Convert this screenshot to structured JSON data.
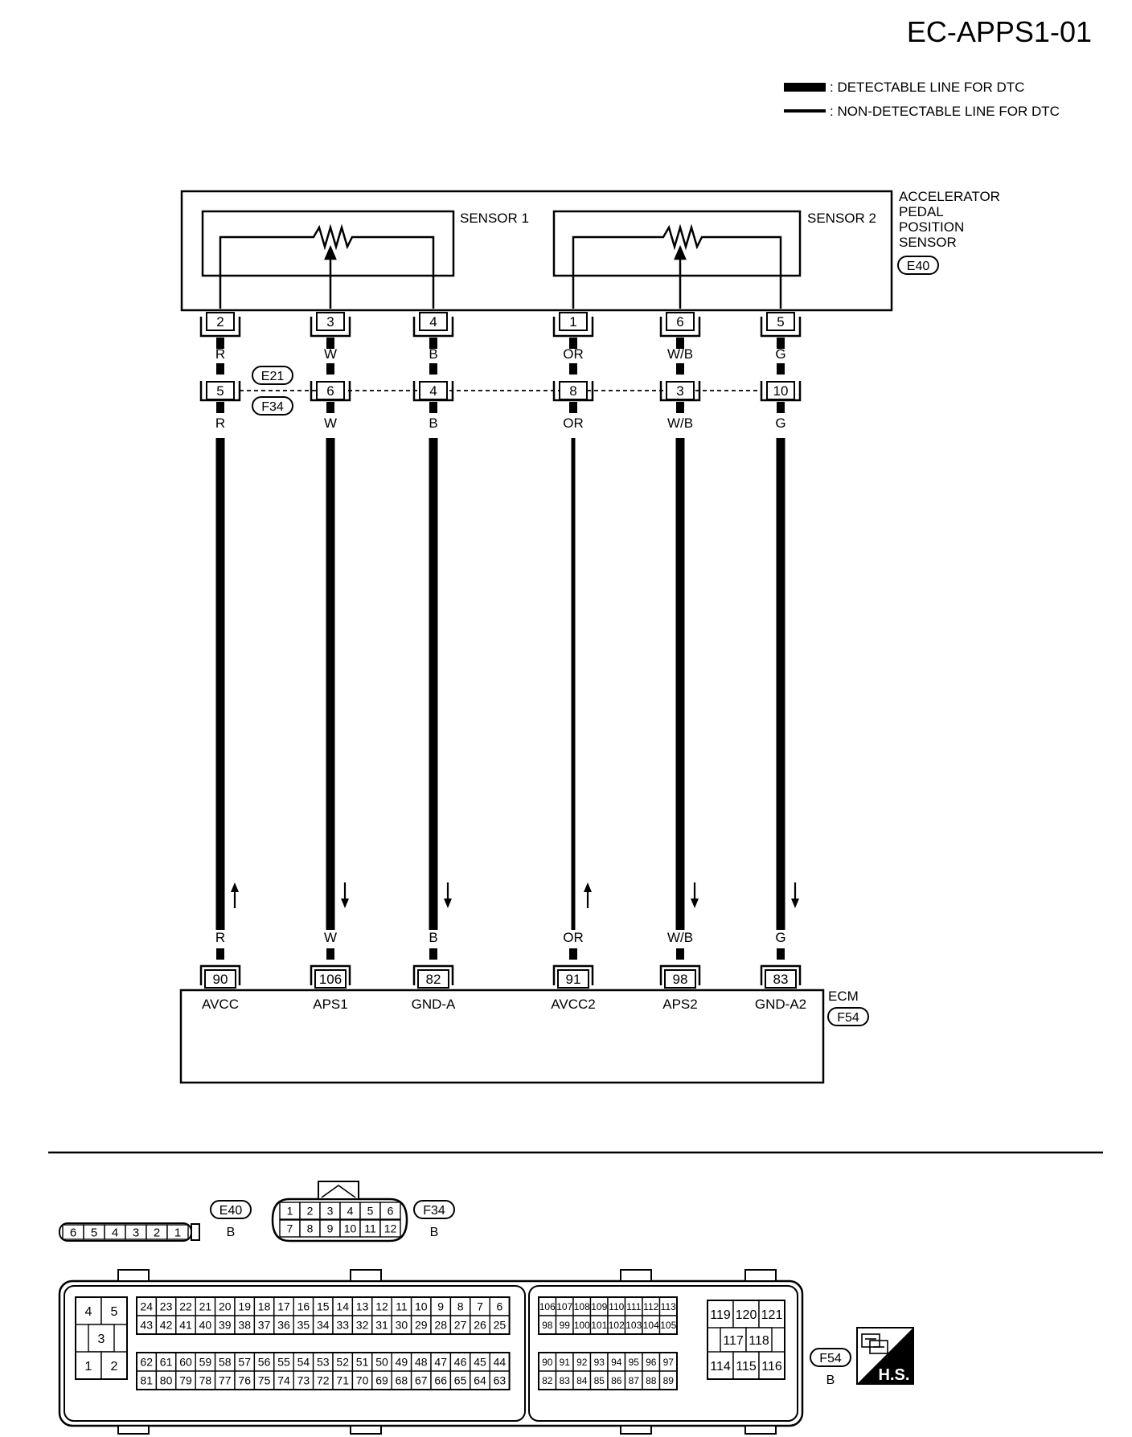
{
  "diagram_code": "EC-APPS1-01",
  "legend": {
    "detectable": ": DETECTABLE LINE FOR DTC",
    "non_detectable": ": NON-DETECTABLE LINE FOR DTC"
  },
  "sensor_box": {
    "label_lines": [
      "ACCELERATOR",
      "PEDAL",
      "POSITION",
      "SENSOR"
    ],
    "connector": "E40",
    "sensor1": "SENSOR 1",
    "sensor2": "SENSOR 2"
  },
  "joint_connectors": {
    "top": "E21",
    "bottom": "F34"
  },
  "ecm": {
    "label": "ECM",
    "connector": "F54"
  },
  "wires": [
    {
      "sensor_pin": "2",
      "joint_pin": "5",
      "ecm_pin": "90",
      "ecm_term": "AVCC",
      "color": "R",
      "direction": "up",
      "detectable": true
    },
    {
      "sensor_pin": "3",
      "joint_pin": "6",
      "ecm_pin": "106",
      "ecm_term": "APS1",
      "color": "W",
      "direction": "down",
      "detectable": true
    },
    {
      "sensor_pin": "4",
      "joint_pin": "4",
      "ecm_pin": "82",
      "ecm_term": "GND-A",
      "color": "B",
      "direction": "down",
      "detectable": true
    },
    {
      "sensor_pin": "1",
      "joint_pin": "8",
      "ecm_pin": "91",
      "ecm_term": "AVCC2",
      "color": "OR",
      "direction": "up",
      "detectable": false
    },
    {
      "sensor_pin": "6",
      "joint_pin": "3",
      "ecm_pin": "98",
      "ecm_term": "APS2",
      "color": "W/B",
      "direction": "down",
      "detectable": true
    },
    {
      "sensor_pin": "5",
      "joint_pin": "10",
      "ecm_pin": "83",
      "ecm_term": "GND-A2",
      "color": "G",
      "direction": "down",
      "detectable": true
    }
  ],
  "connector_views": {
    "e40": {
      "name": "E40",
      "color": "B",
      "pins": [
        "6",
        "5",
        "4",
        "3",
        "2",
        "1"
      ]
    },
    "f34": {
      "name": "F34",
      "color": "B",
      "row1": [
        "1",
        "2",
        "3",
        "4",
        "5",
        "6"
      ],
      "row2": [
        "7",
        "8",
        "9",
        "10",
        "11",
        "12"
      ]
    },
    "f54": {
      "name": "F54",
      "color": "B",
      "block_a": {
        "top": [
          "4",
          "5"
        ],
        "middle": "3",
        "bottom": [
          "1",
          "2"
        ]
      },
      "block_b": {
        "rows": [
          [
            "24",
            "23",
            "22",
            "21",
            "20",
            "19",
            "18",
            "17",
            "16",
            "15",
            "14",
            "13",
            "12",
            "11",
            "10",
            "9",
            "8",
            "7",
            "6"
          ],
          [
            "43",
            "42",
            "41",
            "40",
            "39",
            "38",
            "37",
            "36",
            "35",
            "34",
            "33",
            "32",
            "31",
            "30",
            "29",
            "28",
            "27",
            "26",
            "25"
          ],
          [
            "62",
            "61",
            "60",
            "59",
            "58",
            "57",
            "56",
            "55",
            "54",
            "53",
            "52",
            "51",
            "50",
            "49",
            "48",
            "47",
            "46",
            "45",
            "44"
          ],
          [
            "81",
            "80",
            "79",
            "78",
            "77",
            "76",
            "75",
            "74",
            "73",
            "72",
            "71",
            "70",
            "69",
            "68",
            "67",
            "66",
            "65",
            "64",
            "63"
          ]
        ]
      },
      "block_c": {
        "rows": [
          [
            "106",
            "107",
            "108",
            "109",
            "110",
            "111",
            "112",
            "113"
          ],
          [
            "98",
            "99",
            "100",
            "101",
            "102",
            "103",
            "104",
            "105"
          ],
          [
            "90",
            "91",
            "92",
            "93",
            "94",
            "95",
            "96",
            "97"
          ],
          [
            "82",
            "83",
            "84",
            "85",
            "86",
            "87",
            "88",
            "89"
          ]
        ]
      },
      "block_d": {
        "top": [
          "119",
          "120",
          "121"
        ],
        "middle": [
          "117",
          "118"
        ],
        "bottom": [
          "114",
          "115",
          "116"
        ]
      }
    }
  },
  "hs_badge": "H.S."
}
